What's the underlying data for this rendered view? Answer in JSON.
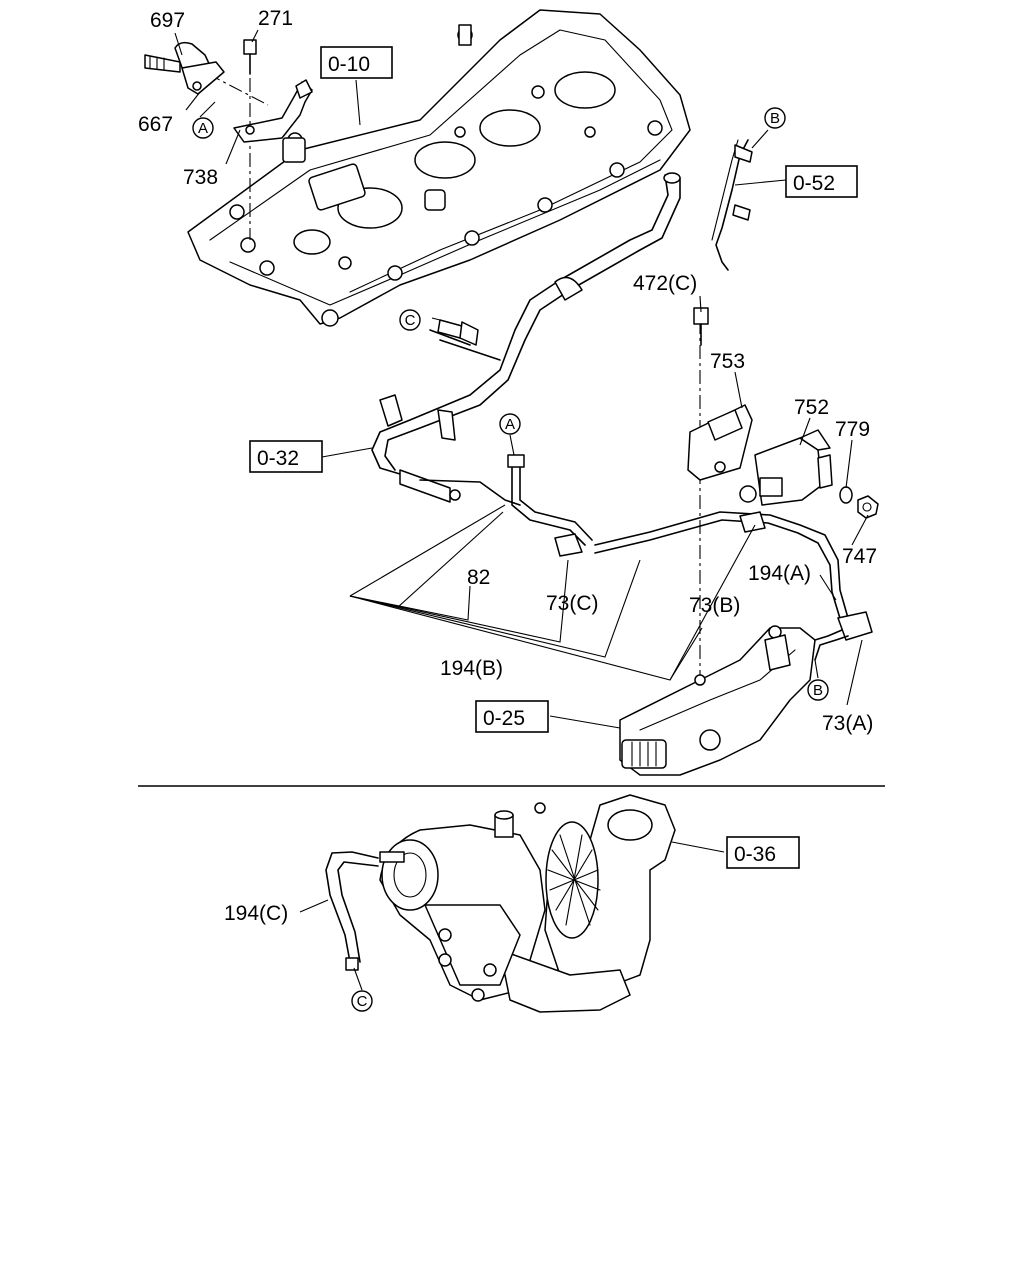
{
  "callouts": {
    "p697": "697",
    "p271": "271",
    "p667": "667",
    "p738": "738",
    "p472c": "472(C)",
    "p753": "753",
    "p752": "752",
    "p779": "779",
    "p747": "747",
    "p194a": "194(A)",
    "p82": "82",
    "p73c": "73(C)",
    "p73b": "73(B)",
    "p194b": "194(B)",
    "p73a": "73(A)",
    "p194c": "194(C)"
  },
  "references": {
    "r010": "0-10",
    "r052": "0-52",
    "r032": "0-32",
    "r025": "0-25",
    "r036": "0-36"
  },
  "connectors": {
    "a": "A",
    "b": "B",
    "c": "C"
  }
}
